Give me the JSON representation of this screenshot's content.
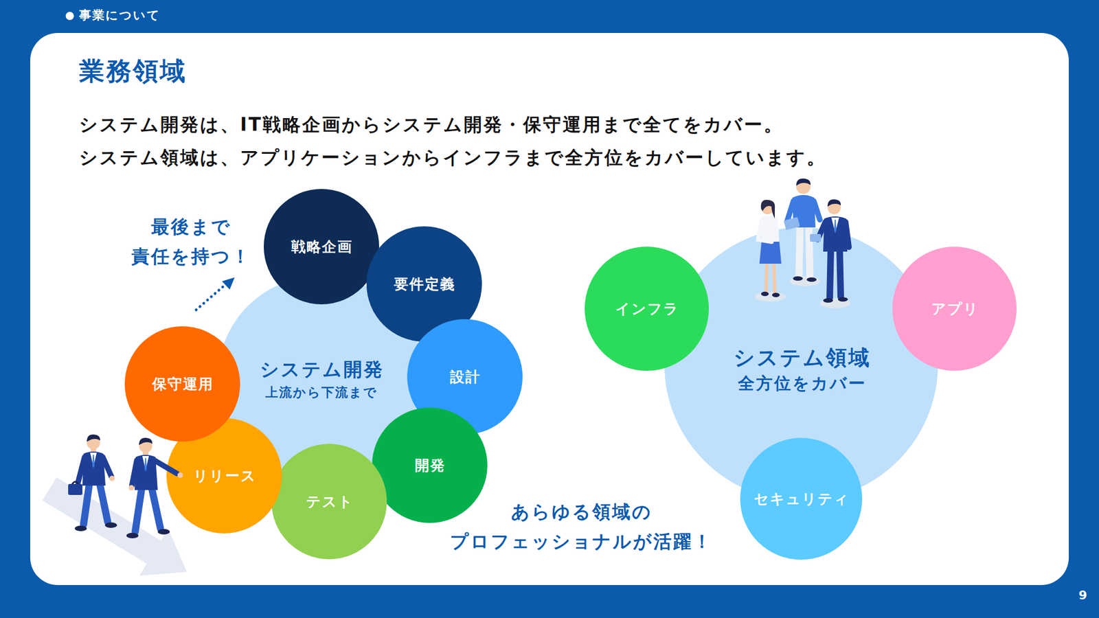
{
  "diagram": {
    "title": "業務領域",
    "nodes": [
      {
        "text": [
          "システム開発",
          "上流から下流まで"
        ]
      },
      {
        "text": [
          "戦略企画"
        ]
      },
      {
        "text": [
          "要件定義"
        ]
      },
      {
        "text": [
          "設計"
        ]
      },
      {
        "text": [
          "開発"
        ]
      },
      {
        "text": [
          "テスト"
        ]
      },
      {
        "text": [
          "リリース"
        ]
      },
      {
        "text": [
          "保守運用"
        ]
      },
      {
        "text": [
          "システム領域",
          "全方位をカバー"
        ]
      },
      {
        "text": [
          "インフラ"
        ]
      },
      {
        "text": [
          "アプリ"
        ]
      },
      {
        "text": [
          "セキュリティ"
        ]
      }
    ],
    "labels": [
      "事業について",
      "システム開発は、IT戦略企画からシステム開発・保守運用まで全てをカバー。",
      "システム領域は、アプリケーションからインフラまで全方位をカバーしています。",
      "最後まで 責任を持つ！",
      "あらゆる領域の プロフェッショナルが活躍！",
      "9"
    ]
  }
}
